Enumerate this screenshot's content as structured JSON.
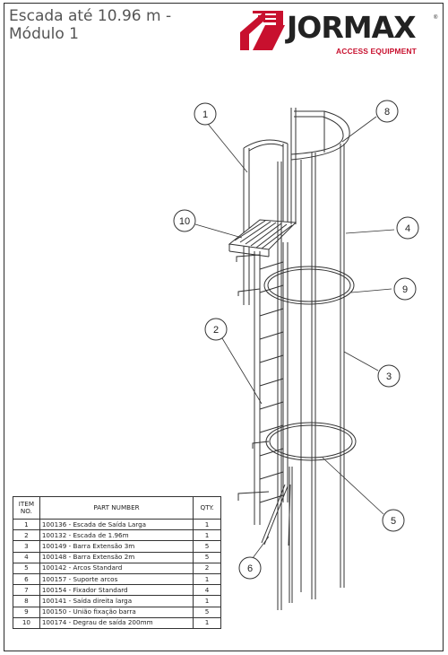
{
  "title": {
    "line1": "Escada até 10.96 m -",
    "line2": "Módulo 1"
  },
  "logo": {
    "brand": "JORMAX",
    "registered": "®",
    "tagline": "ACCESS EQUIPMENT",
    "colors": {
      "red": "#c8102e",
      "dark": "#222222"
    }
  },
  "callouts": [
    "1",
    "2",
    "3",
    "4",
    "5",
    "6",
    "8",
    "9",
    "10"
  ],
  "bom": {
    "headers": {
      "item": "ITEM NO.",
      "part": "PART NUMBER",
      "qty": "QTY."
    },
    "rows": [
      {
        "item": "1",
        "part": "100136 - Escada de Saída Larga",
        "qty": "1"
      },
      {
        "item": "2",
        "part": "100132 - Escada de 1.96m",
        "qty": "1"
      },
      {
        "item": "3",
        "part": "100149 - Barra Extensão 3m",
        "qty": "5"
      },
      {
        "item": "4",
        "part": "100148 - Barra Extensão 2m",
        "qty": "5"
      },
      {
        "item": "5",
        "part": "100142 - Arcos Standard",
        "qty": "2"
      },
      {
        "item": "6",
        "part": "100157 - Suporte arcos",
        "qty": "1"
      },
      {
        "item": "7",
        "part": "100154 - Fixador Standard",
        "qty": "4"
      },
      {
        "item": "8",
        "part": "100141 - Saída direita larga",
        "qty": "1"
      },
      {
        "item": "9",
        "part": "100150 - União fixação barra",
        "qty": "5"
      },
      {
        "item": "10",
        "part": "100174 - Degrau de saída 200mm",
        "qty": "1"
      }
    ]
  }
}
